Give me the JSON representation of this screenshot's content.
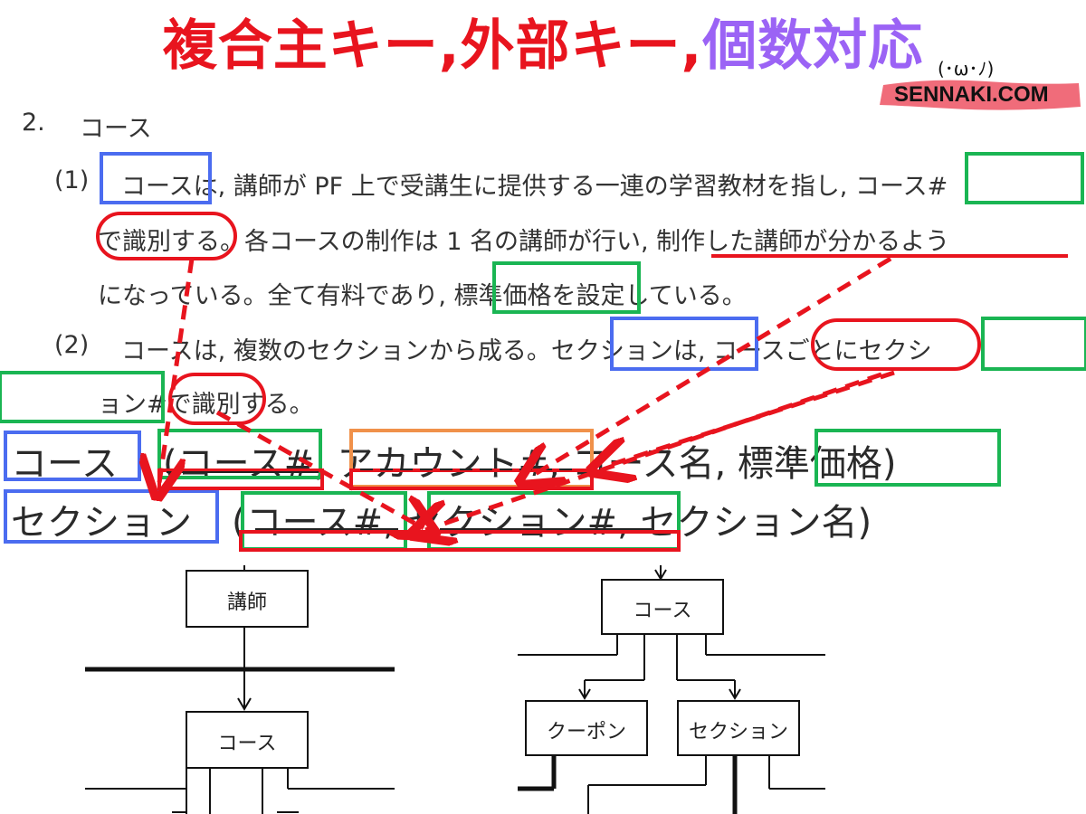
{
  "title": {
    "part1": "複合主キー,",
    "part2": "外部キー,",
    "part3": "個数対応"
  },
  "brand": {
    "site": "SENNAKI.COM",
    "face": "(･ω･ﾉ)"
  },
  "doc": {
    "section_number": "2.",
    "section_title": "コース",
    "p1_num": "(1)",
    "p1_line1": "コースは, 講師が PF 上で受講生に提供する一連の学習教材を指し, コース#",
    "p1_line2": "で識別する。各コースの制作は 1 名の講師が行い, 制作した講師が分かるよう",
    "p1_line3": "になっている。全て有料であり, 標準価格を設定している。",
    "p2_num": "(2)",
    "p2_line1": "コースは, 複数のセクションから成る。セクションは, コースごとにセクシ",
    "p2_line2": "ョン#で識別する。"
  },
  "table": {
    "row1": {
      "entity": "コース",
      "attrs": "(コース#, アカウント#, コース名, 標準価格)"
    },
    "row2": {
      "entity": "セクション",
      "attrs": "(コース#, セクション#, セクション名)"
    }
  },
  "diagram": {
    "lecturer": "講師",
    "course_left": "コース",
    "course_right": "コース",
    "coupon": "クーポン",
    "section": "セクション"
  },
  "colors": {
    "red": "#e8141e",
    "purple": "#9b63f5",
    "blue": "#4b6cf0",
    "green": "#1ab553",
    "orange": "#f0914a",
    "pink": "#f06c7a"
  }
}
